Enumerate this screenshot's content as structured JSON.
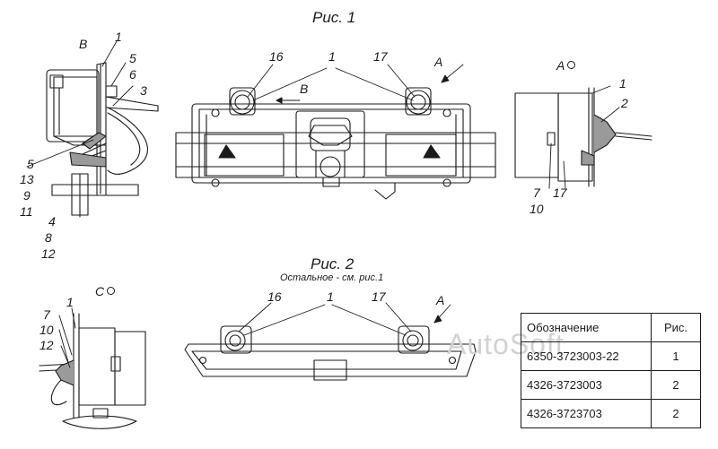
{
  "figure1": {
    "title": "Рис. 1",
    "view_labels": {
      "B": "В",
      "A": "А",
      "A_section": "А",
      "B_arrow": "В",
      "A_arrow": "А"
    },
    "callouts_left": [
      "1",
      "5",
      "6",
      "3",
      "5",
      "13",
      "9",
      "11",
      "4",
      "8",
      "12"
    ],
    "callouts_center": [
      "16",
      "1",
      "17"
    ],
    "callouts_right": [
      "1",
      "2",
      "7",
      "10",
      "17"
    ]
  },
  "figure2": {
    "title": "Рис. 2",
    "subtitle": "Остальное - см. рис.1",
    "view_labels": {
      "C": "С",
      "A_arrow": "А"
    },
    "callouts_left": [
      "1",
      "7",
      "10",
      "12"
    ],
    "callouts_center": [
      "16",
      "1",
      "17"
    ]
  },
  "watermark": "AutoSoft",
  "table": {
    "headers": [
      "Обозначение",
      "Рис."
    ],
    "rows": [
      [
        "6350-3723003-22",
        "1"
      ],
      [
        "4326-3723003",
        "2"
      ],
      [
        "4326-3723703",
        "2"
      ]
    ]
  },
  "colors": {
    "ink": "#1a1a1a",
    "shade": "#9a9a9a",
    "watermark": "#d2d2d2"
  }
}
